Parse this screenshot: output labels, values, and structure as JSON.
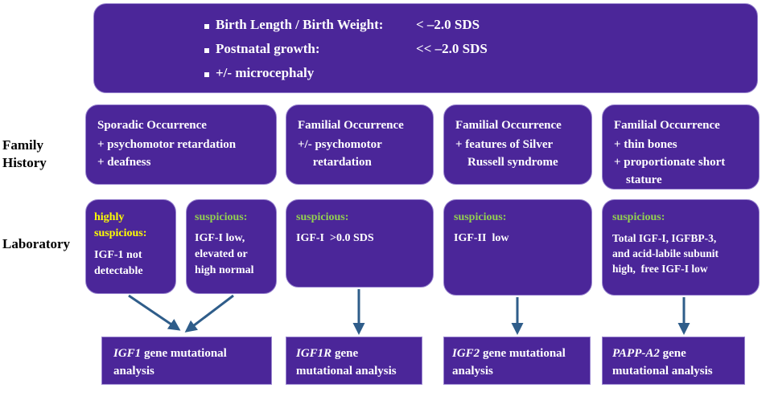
{
  "criteria": {
    "items": [
      {
        "label": "Birth Length / Birth Weight:",
        "value": "< –2.0 SDS"
      },
      {
        "label": "Postnatal growth:",
        "value": "<< –2.0 SDS"
      },
      {
        "label": "+/- microcephaly",
        "value": ""
      }
    ]
  },
  "row_labels": {
    "family_history": [
      "Family",
      "History"
    ],
    "laboratory": "Laboratory"
  },
  "family": [
    {
      "title": "Sporadic Occurrence",
      "lines": [
        "+  psychomotor retardation",
        "+  deafness"
      ]
    },
    {
      "title": "Familial Occurrence",
      "lines": [
        "+/- psychomotor",
        "     retardation"
      ]
    },
    {
      "title": "Familial Occurrence",
      "lines": [
        "+  features of Silver",
        "    Russell syndrome"
      ]
    },
    {
      "title": "Familial Occurrence",
      "lines": [
        "+  thin bones",
        "+  proportionate short",
        "    stature"
      ]
    }
  ],
  "lab": [
    {
      "heading": [
        "highly",
        "suspicious:"
      ],
      "lines": [
        "IGF-1 not",
        "detectable"
      ],
      "heading_color": "#ffff00"
    },
    {
      "heading": [
        "suspicious:"
      ],
      "lines": [
        "IGF-I low,",
        "elevated or",
        "high normal"
      ],
      "heading_color": "#92d050"
    },
    {
      "heading": [
        "suspicious:"
      ],
      "lines": [
        "IGF-I  >0.0 SDS"
      ],
      "heading_color": "#92d050"
    },
    {
      "heading": [
        "suspicious:"
      ],
      "lines": [
        "IGF-II  low"
      ],
      "heading_color": "#92d050"
    },
    {
      "heading": [
        "suspicious:"
      ],
      "lines": [
        "Total IGF-I, IGFBP-3,",
        "and acid-labile subunit",
        "high,  free IGF-I low"
      ],
      "heading_color": "#92d050"
    }
  ],
  "analysis": [
    {
      "gene": "IGF1",
      "line1_rest": " gene mutational",
      "line2": "analysis"
    },
    {
      "gene": "IGF1R",
      "line1_rest": " gene",
      "line2": "mutational analysis"
    },
    {
      "gene": "IGF2",
      "line1_rest": " gene mutational",
      "line2": "analysis"
    },
    {
      "gene": "PAPP-A2",
      "line1_rest": " gene",
      "line2": "mutational analysis"
    }
  ],
  "colors": {
    "box_fill": "#4b2699",
    "box_border": "#9a86d0",
    "arrow": "#2f5d8a",
    "highlight_yellow": "#ffff00",
    "highlight_green": "#92d050"
  }
}
